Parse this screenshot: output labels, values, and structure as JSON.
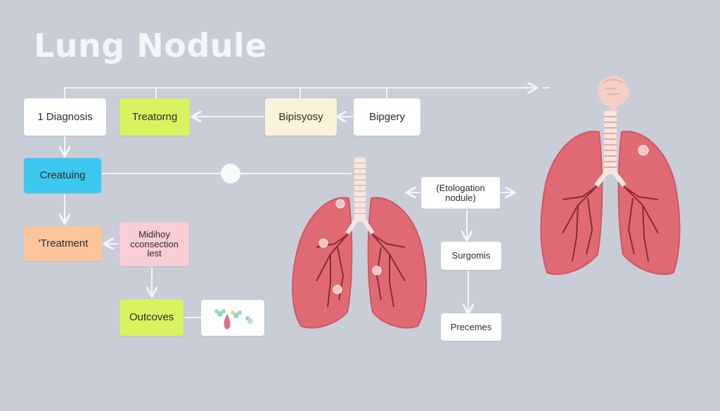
{
  "title": "Lung Nodule",
  "colors": {
    "background": "#c9cdd8",
    "connector": "#f5f6f8",
    "lung_fill": "#e06a73",
    "lung_edge": "#cf5661",
    "vessel": "#8a2a33",
    "trachea": "#f2d2c4"
  },
  "nodes": {
    "diagnosis": "1 Diagnosis",
    "treatong": "Treatorng",
    "bipisyosy": "Bipisyosy",
    "bipgery": "Bipgery",
    "creatuing": "Creatuing",
    "treatment": "'Treatment",
    "midihoy": "Midihoy\ncconsection\nlest",
    "outcoves": "Outcoves",
    "etologation": "(Etologation\nnodule)",
    "surgomis": "Surgomis",
    "precemes": "Precemes"
  },
  "icons": {
    "flower_icon": "flower-drop-icon",
    "head_icon": "human-head-icon",
    "lung_icon": "lungs-icon"
  }
}
